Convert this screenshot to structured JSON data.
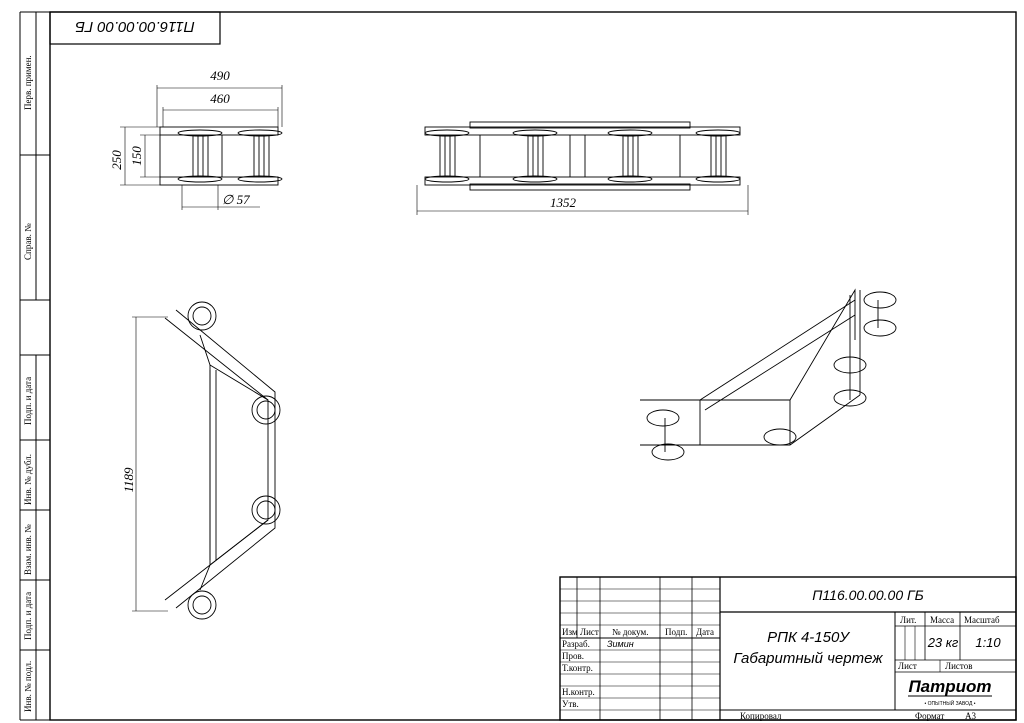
{
  "sheet": {
    "top_code": "П116.00.00.00 ГБ",
    "side_labels": [
      "Перв. примен.",
      "Справ. №",
      "Подп. и дата",
      "Инв. № дубл.",
      "Взам. инв. №",
      "Подп. и дата",
      "Инв. № подл."
    ]
  },
  "dimensions": {
    "d490": "490",
    "d460": "460",
    "d250": "250",
    "d150": "150",
    "d57": "∅ 57",
    "d1352": "1352",
    "d1189": "1189"
  },
  "title_block": {
    "code": "П116.00.00.00 ГБ",
    "name_line1": "РПК 4-150У",
    "name_line2": "Габаритный чертеж",
    "col_headers": [
      "Изм",
      "Лист",
      "№ докум.",
      "Подп.",
      "Дата"
    ],
    "roles": [
      "Разраб.",
      "Пров.",
      "Т.контр.",
      "",
      "Н.контр.",
      "Утв."
    ],
    "developer": "Зимин",
    "lit_label": "Лит.",
    "mass_label": "Масса",
    "scale_label": "Масштаб",
    "mass": "23 кг",
    "scale": "1:10",
    "sheet_label": "Лист",
    "sheets_label": "Листов",
    "company": "Патриот",
    "company_sub": "• ОПЫТНЫЙ ЗАВОД •",
    "copied": "Копировал",
    "format_label": "Формат",
    "format": "А3"
  }
}
